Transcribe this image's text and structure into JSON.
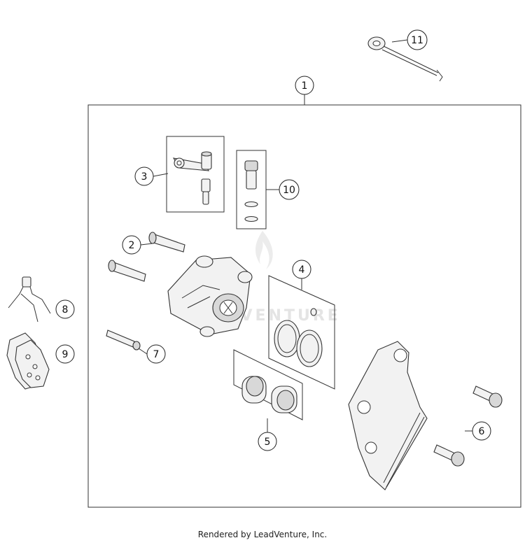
{
  "callouts": [
    {
      "id": "1",
      "label": "1"
    },
    {
      "id": "2",
      "label": "2"
    },
    {
      "id": "3",
      "label": "3"
    },
    {
      "id": "4",
      "label": "4"
    },
    {
      "id": "5",
      "label": "5"
    },
    {
      "id": "6",
      "label": "6"
    },
    {
      "id": "7",
      "label": "7"
    },
    {
      "id": "8",
      "label": "8"
    },
    {
      "id": "9",
      "label": "9"
    },
    {
      "id": "10",
      "label": "10"
    },
    {
      "id": "11",
      "label": "11"
    }
  ],
  "watermark": "LEADVENTURE",
  "footer": "Rendered by LeadVenture, Inc."
}
